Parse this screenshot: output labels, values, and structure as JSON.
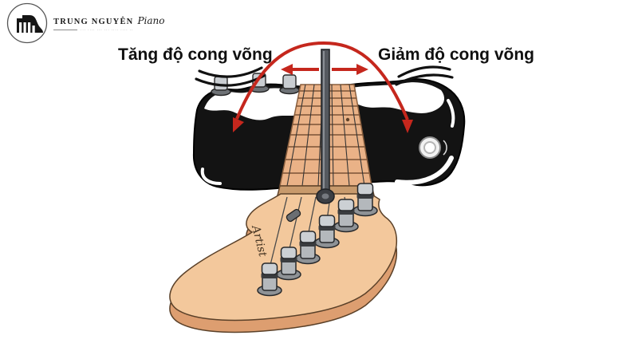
{
  "logo": {
    "brand": "TRUNG NGUYÊN",
    "brand_script": "Piano",
    "tagline": "··· ···· ··· ··· ···· ···· ··"
  },
  "diagram": {
    "left_label": "Tăng độ cong võng",
    "right_label": "Giảm độ cong võng",
    "headstock_script": "Artist",
    "colors": {
      "annotation_red": "#c5271d",
      "body_black": "#131313",
      "body_top_white": "#ffffff",
      "headstock_wood": "#f3c89c",
      "headstock_side": "#dd9e70",
      "fretboard_wood": "#eab287",
      "fret_line": "#7a5236",
      "hardware_gray": "#c9cdd1",
      "wrench_gray": "#55595f"
    }
  }
}
